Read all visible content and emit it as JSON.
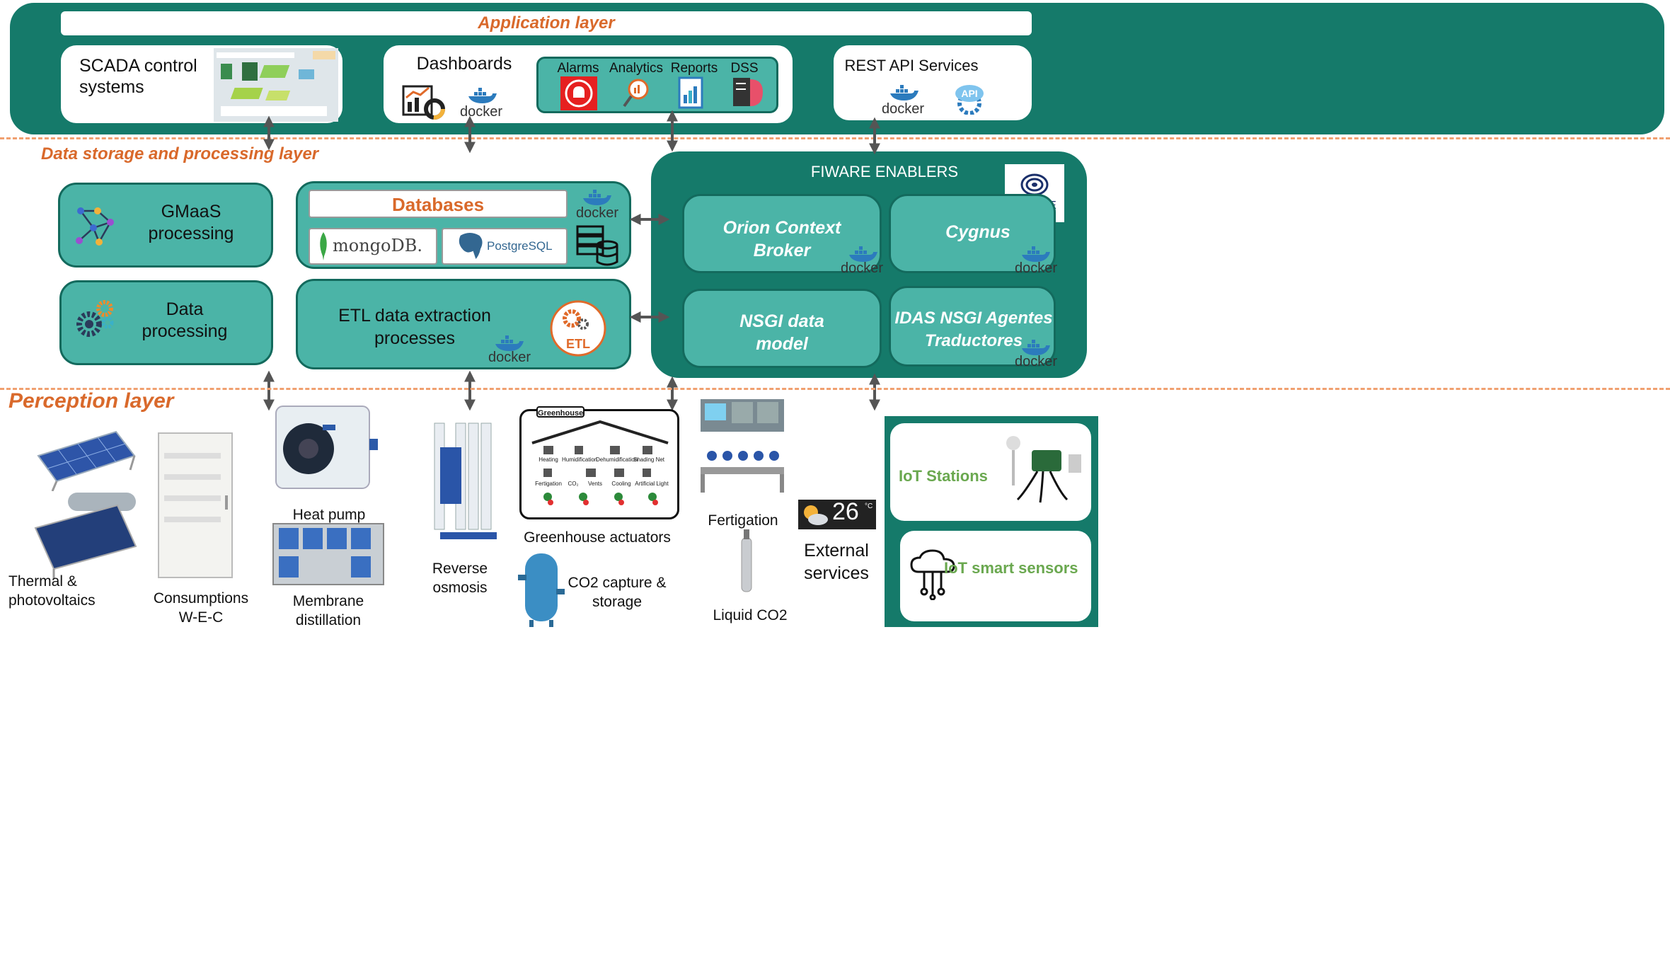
{
  "layers": {
    "application": "Application layer",
    "storage": "Data storage and processing layer",
    "perception": "Perception layer"
  },
  "app": {
    "scada": {
      "line1": "SCADA control",
      "line2": "systems"
    },
    "dashboards": "Dashboards",
    "dash_items": [
      "Alarms",
      "Analytics",
      "Reports",
      "DSS"
    ],
    "rest": "REST API Services",
    "api_badge": "API"
  },
  "storage": {
    "gmaas": {
      "line1": "GMaaS",
      "line2": "processing"
    },
    "dataproc": {
      "line1": "Data",
      "line2": "processing"
    },
    "databases": "Databases",
    "mongo": "mongoDB.",
    "postgres": "PostgreSQL",
    "etl": {
      "line1": "ETL data extraction",
      "line2": "processes",
      "badge": "ETL"
    },
    "docker": "docker"
  },
  "fiware": {
    "title": "FIWARE ENABLERS",
    "logo": "FIWARE",
    "orion": {
      "line1": "Orion Context",
      "line2": "Broker"
    },
    "cygnus": "Cygnus",
    "nsgi": {
      "line1": "NSGI data",
      "line2": "model"
    },
    "idas": {
      "line1": "IDAS NSGI Agentes",
      "line2": "Traductores"
    }
  },
  "perception": {
    "thermal": {
      "line1": "Thermal &",
      "line2": "photovoltaics"
    },
    "consumptions": {
      "line1": "Consumptions",
      "line2": "W-E-C"
    },
    "heatpump": "Heat pump",
    "membrane": {
      "line1": "Membrane",
      "line2": "distillation"
    },
    "ro": {
      "line1": "Reverse",
      "line2": "osmosis"
    },
    "greenhouse_title": "Greenhouse",
    "greenhouse_items": [
      "Heating",
      "Humidification",
      "Dehumidification",
      "Shading Net",
      "Fertigation",
      "CO₂",
      "Vents",
      "Cooling",
      "Artificial Light"
    ],
    "greenhouse_actuators": "Greenhouse actuators",
    "co2": {
      "line1": "CO2 capture &",
      "line2": "storage"
    },
    "fertigation": "Fertigation",
    "liquid_co2": "Liquid CO2",
    "weather_temp": "26",
    "weather_unit": "°C",
    "external": {
      "line1": "External",
      "line2": "services"
    },
    "iot_stations": "IoT Stations",
    "iot_sensors": "IoT smart sensors"
  },
  "colors": {
    "teal_dark": "#157a6a",
    "teal_mid": "#4bb4a7",
    "orange": "#d9692b",
    "green_text": "#6aa84f"
  }
}
